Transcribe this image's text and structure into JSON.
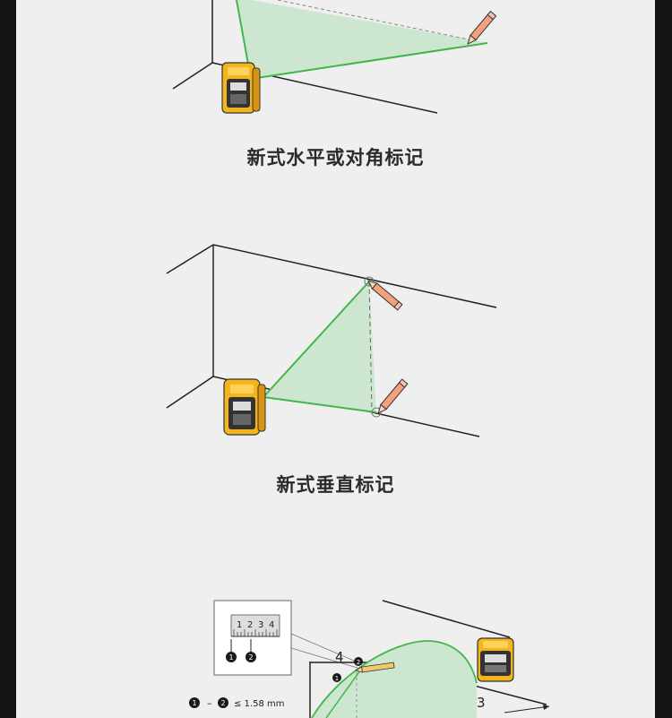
{
  "sections": [
    {
      "caption": "新式水平或对角标记"
    },
    {
      "caption": "新式垂直标记"
    }
  ],
  "detail": {
    "ruler_ticks": [
      "1",
      "2",
      "3",
      "4"
    ],
    "point_1": "1",
    "point_2": "2",
    "label_4": "4",
    "label_3": "3",
    "formula_dash": "–",
    "tolerance": "≤ 1.58 mm"
  },
  "colors": {
    "page_bg": "#efefef",
    "frame_bg": "#151515",
    "laser_fill": "#cde6cf",
    "laser_line": "#43b649",
    "device_yellow": "#f4b41c",
    "line_color": "#222222"
  }
}
